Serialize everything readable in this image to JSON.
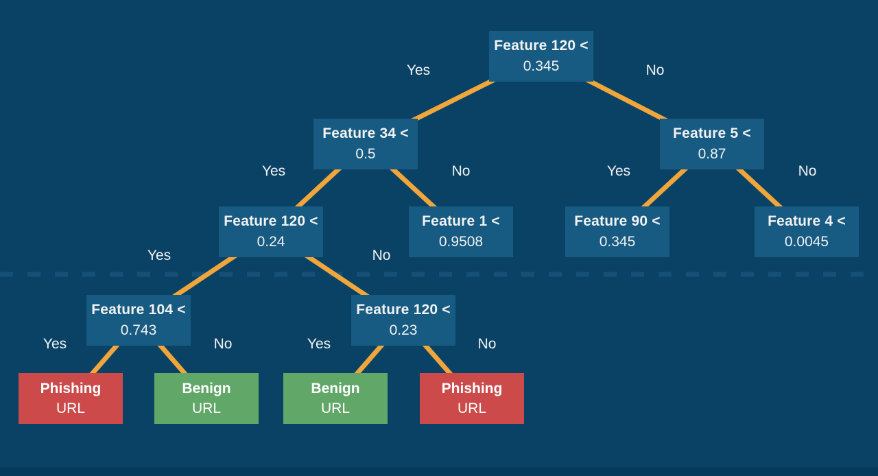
{
  "colors": {
    "background": "#0a4265",
    "node_fill": "#175a82",
    "edge_orange": "#f0a63b",
    "leaf_phishing_red": "#cc4a4a",
    "leaf_benign_green": "#61a768",
    "text": "#f2f2f2",
    "truncation_dash": "#155078"
  },
  "edge_labels": {
    "yes": "Yes",
    "no": "No"
  },
  "nodes": {
    "root": {
      "title": "Feature 120 <",
      "value": "0.345"
    },
    "l2_left": {
      "title": "Feature 34 <",
      "value": "0.5"
    },
    "l2_right": {
      "title": "Feature 5 <",
      "value": "0.87"
    },
    "l3_a": {
      "title": "Feature 120 <",
      "value": "0.24"
    },
    "l3_b": {
      "title": "Feature 1 <",
      "value": "0.9508"
    },
    "l3_c": {
      "title": "Feature 90 <",
      "value": "0.345"
    },
    "l3_d": {
      "title": "Feature 4 <",
      "value": "0.0045"
    },
    "l4_a": {
      "title": "Feature 104 <",
      "value": "0.743"
    },
    "l4_b": {
      "title": "Feature 120 <",
      "value": "0.23"
    }
  },
  "leaves": {
    "a": {
      "title": "Phishing",
      "subtitle": "URL"
    },
    "b": {
      "title": "Benign",
      "subtitle": "URL"
    },
    "c": {
      "title": "Benign",
      "subtitle": "URL"
    },
    "d": {
      "title": "Phishing",
      "subtitle": "URL"
    }
  }
}
